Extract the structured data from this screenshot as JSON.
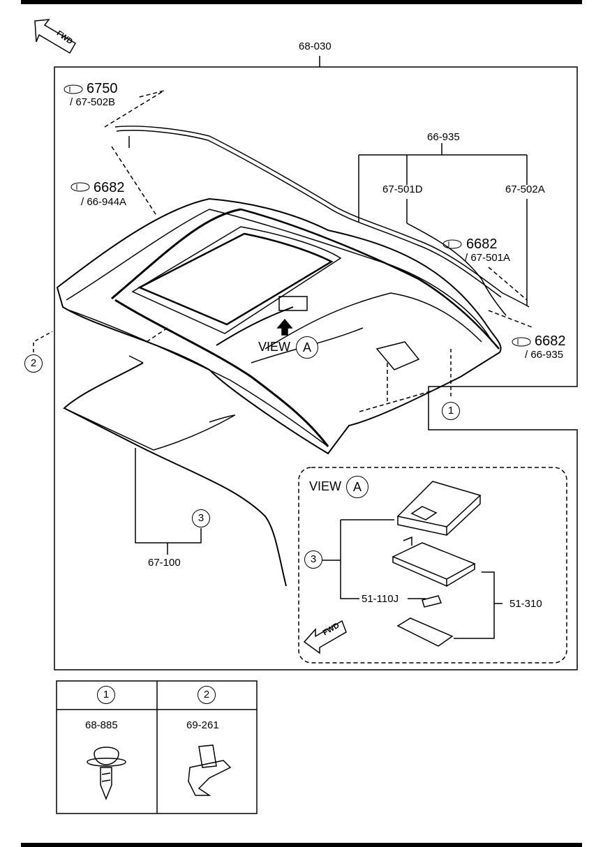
{
  "top_callout": "68-030",
  "fwd_label": "FWD",
  "callouts": {
    "ref_6750": "6750",
    "ref_6750_sub": "/ 67-502B",
    "ref_6682_a": "6682",
    "ref_6682_a_sub": "/ 66-944A",
    "ref_66935": "66-935",
    "ref_67501D": "67-501D",
    "ref_67502A": "67-502A",
    "ref_6682_b": "6682",
    "ref_6682_b_sub": "/ 67-501A",
    "ref_6682_c": "6682",
    "ref_6682_c_sub": "/ 66-935",
    "ref_67100": "67-100",
    "ref_51110J": "51-110J",
    "ref_51310": "51-310"
  },
  "view": {
    "label": "VIEW",
    "letter": "A"
  },
  "circle_refs": {
    "one": "1",
    "two": "2",
    "three": "3"
  },
  "legend": {
    "col1": {
      "num": "1",
      "part": "68-885"
    },
    "col2": {
      "num": "2",
      "part": "69-261"
    }
  }
}
